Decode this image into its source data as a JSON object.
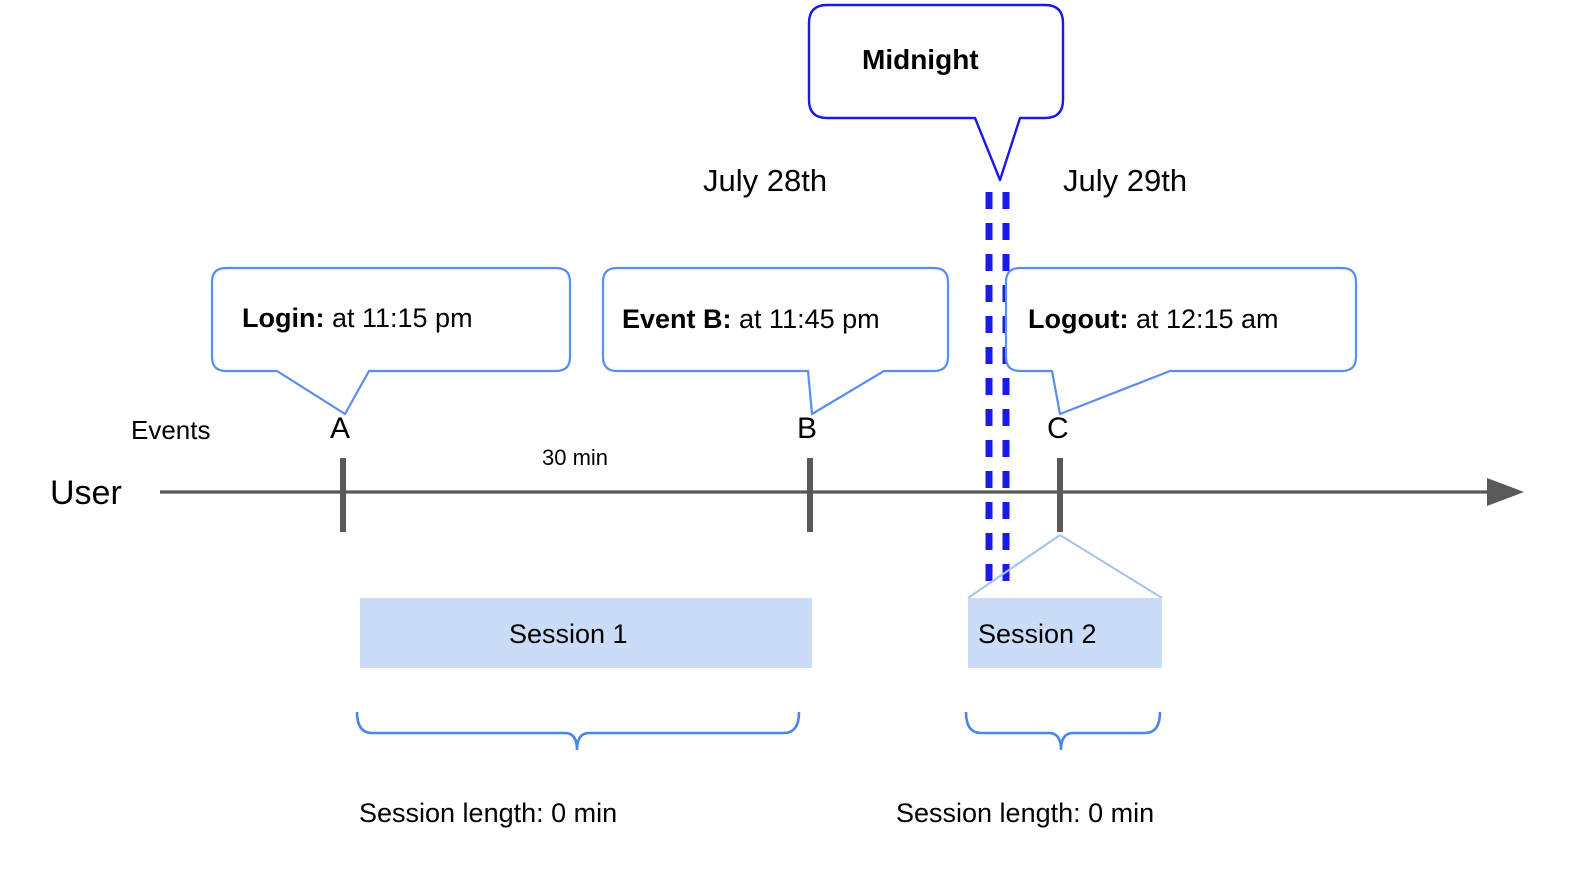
{
  "diagram": {
    "title_callout": {
      "label": "Midnight"
    },
    "dates": {
      "left": "July 28th",
      "right": "July 29th"
    },
    "callouts": [
      {
        "bold": "Login:",
        "rest": " at 11:15 pm",
        "anchor": "A"
      },
      {
        "bold": "Event B:",
        "rest": " at 11:45 pm",
        "anchor": "B"
      },
      {
        "bold": "Logout:",
        "rest": " at 12:15 am",
        "anchor": "C"
      }
    ],
    "axis": {
      "row_label": "User",
      "events_label": "Events",
      "event_markers": [
        "A",
        "B",
        "C"
      ],
      "gap_label": "30 min"
    },
    "sessions": [
      {
        "label": "Session 1",
        "length_label": "Session length: 0 min"
      },
      {
        "label": "Session 2",
        "length_label": "Session length: 0 min"
      }
    ],
    "colors": {
      "midnight_blue": "#1A1AE5",
      "callout_blue": "#5B8DEF",
      "session_fill": "#CBDCF8",
      "axis_gray": "#595959",
      "brace_blue": "#4A86E8"
    }
  }
}
